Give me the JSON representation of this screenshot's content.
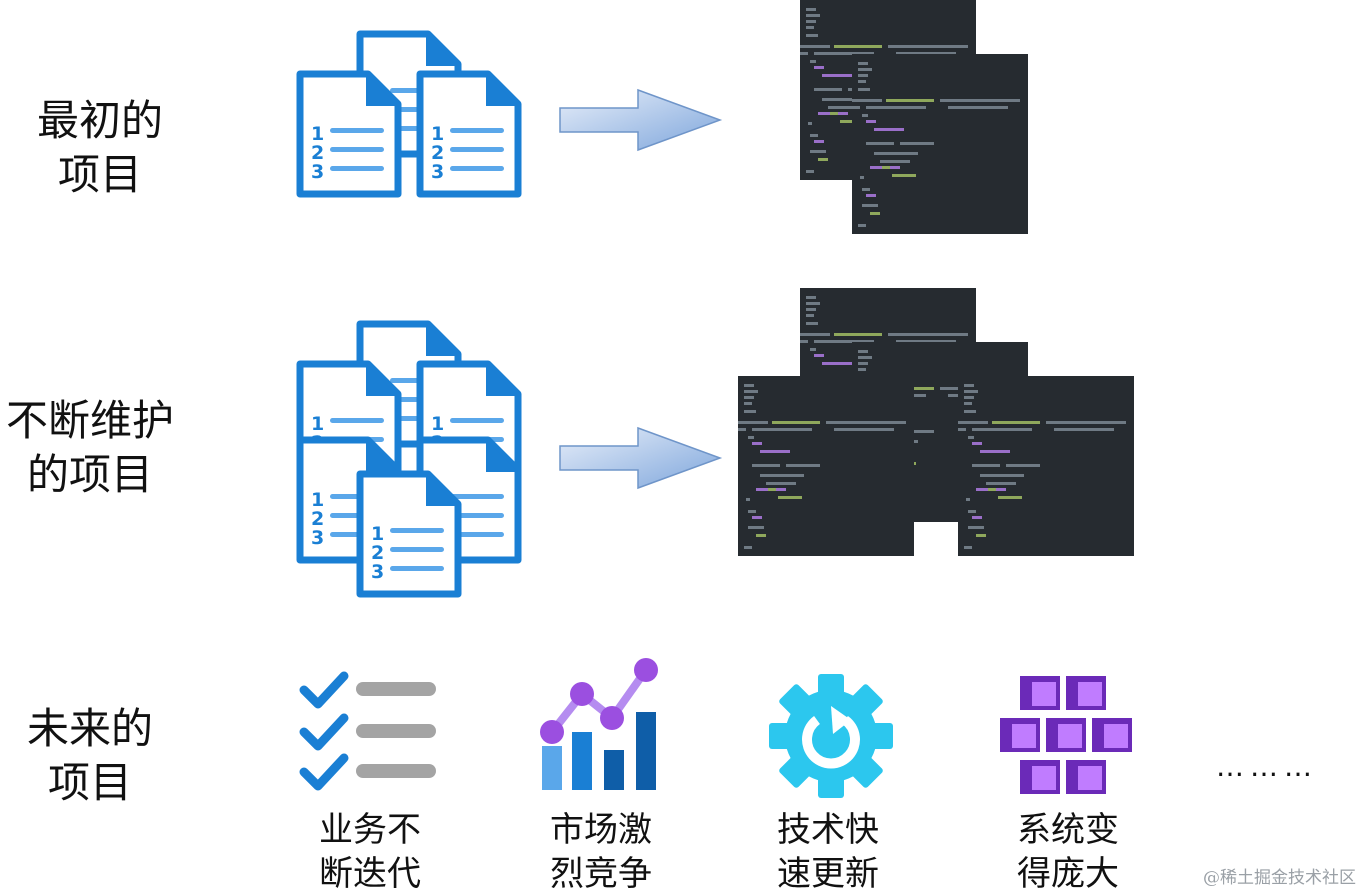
{
  "rows": [
    {
      "label": "最初的\n项目"
    },
    {
      "label": "不断维护\n的项目"
    },
    {
      "label": "未来的\n项目"
    }
  ],
  "features": [
    {
      "caption": "业务不\n断迭代",
      "icon": "checklist-icon"
    },
    {
      "caption": "市场激\n烈竞争",
      "icon": "chart-icon"
    },
    {
      "caption": "技术快\n速更新",
      "icon": "gear-refresh-icon"
    },
    {
      "caption": "系统变\n得庞大",
      "icon": "container-grid-icon"
    }
  ],
  "ellipsis": "………",
  "watermark": "@稀土掘金技术社区",
  "colors": {
    "doc_blue": "#1a7fd4",
    "doc_light": "#5aa7ea",
    "code_bg": "#262b30",
    "arrow": "#7ea6dc",
    "purple": "#9b4fe0",
    "cyan": "#2cc7ee"
  }
}
